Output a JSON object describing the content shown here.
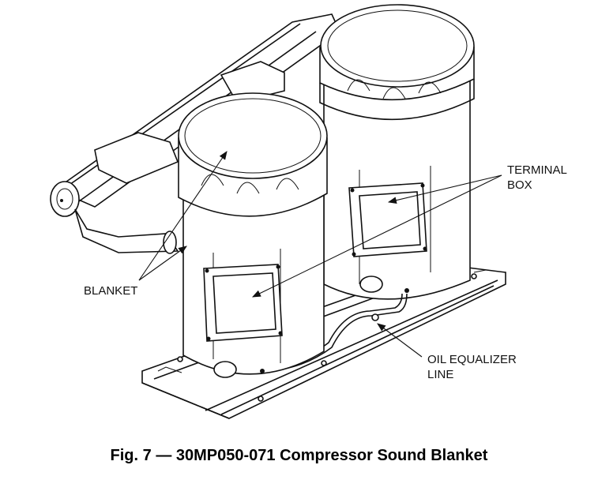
{
  "labels": {
    "terminal_box_line1": "TERMINAL",
    "terminal_box_line2": "BOX",
    "blanket": "BLANKET",
    "oil_line1": "OIL EQUALIZER",
    "oil_line2": "LINE"
  },
  "caption": "Fig. 7 — 30MP050-071 Compressor Sound Blanket"
}
